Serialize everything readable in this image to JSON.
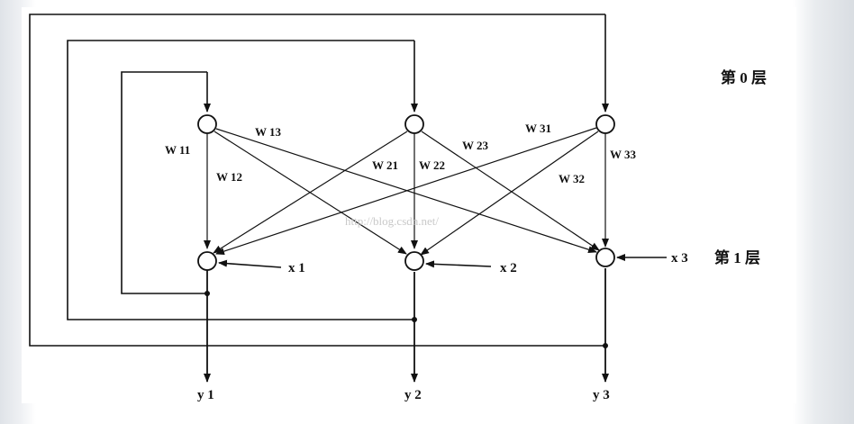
{
  "diagram": {
    "layer_labels": {
      "layer0": "第 0 层",
      "layer1": "第 1 层"
    },
    "weights": {
      "w11": "W 11",
      "w12": "W 12",
      "w13": "W 13",
      "w21": "W 21",
      "w22": "W 22",
      "w23": "W 23",
      "w31": "W 31",
      "w32": "W 32",
      "w33": "W 33"
    },
    "inputs": {
      "x1": "x 1",
      "x2": "x 2",
      "x3": "x 3"
    },
    "outputs": {
      "y1": "y 1",
      "y2": "y 2",
      "y3": "y 3"
    },
    "watermark": "http://blog.csdn.net/"
  }
}
